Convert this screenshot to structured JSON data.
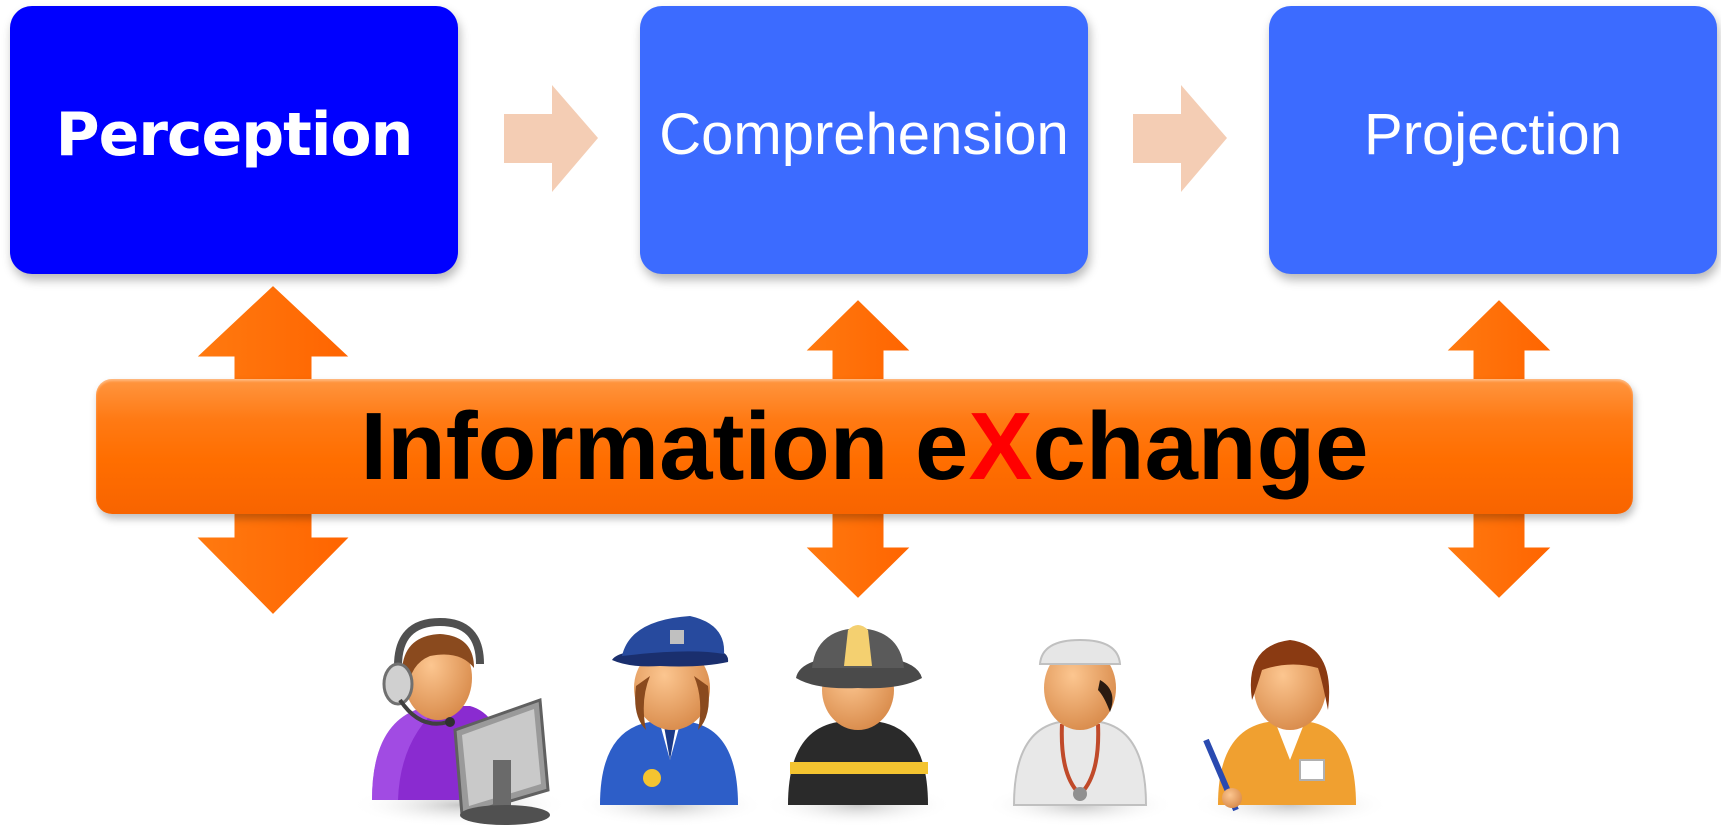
{
  "stages": [
    {
      "label": "Perception"
    },
    {
      "label": "Comprehension"
    },
    {
      "label": "Projection"
    }
  ],
  "exchange": {
    "prefix": "Information e",
    "highlight": "X",
    "suffix": "change",
    "highlight_color": "#ff0000"
  },
  "roles": [
    {
      "icon": "dispatcher-icon"
    },
    {
      "icon": "police-officer-icon"
    },
    {
      "icon": "firefighter-icon"
    },
    {
      "icon": "doctor-icon"
    },
    {
      "icon": "nurse-icon"
    }
  ],
  "colors": {
    "perception": "#0000ff",
    "stage": "#3c6bff",
    "exchange_bar": "#ff6e00",
    "flow_arrow": "#f4cdb4"
  }
}
